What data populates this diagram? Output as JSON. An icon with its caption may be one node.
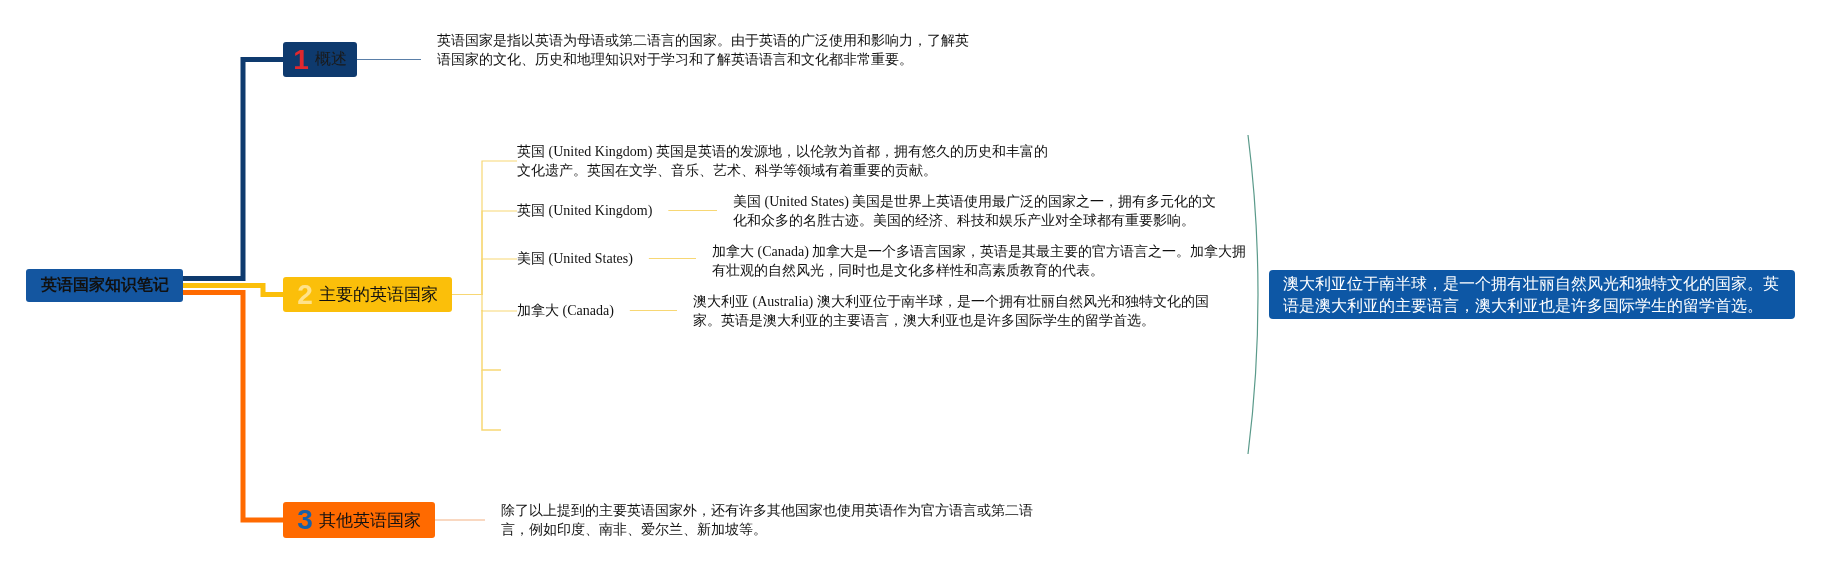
{
  "diagram": {
    "nodes": [
      {
        "text": [
          "英语国家知识笔记"
        ]
      },
      {
        "text": [
          "1",
          "概述"
        ]
      },
      {
        "text": [
          "英语国家是指以英语为母语或第二语言的国家。由于英语的广泛使用和影响力，了解英语国家的文化、历史和地理知识对于学习和了解英语语言和文化都非常重要。"
        ]
      },
      {
        "text": [
          "2",
          "主要的英语国家"
        ]
      },
      {
        "text": [
          "英国 (United Kingdom) 英国是英语的发源地，以伦敦为首都，拥有悠久的历史和丰富的文化遗产。英国在文学、音乐、艺术、科学等领域有着重要的贡献。"
        ]
      },
      {
        "text": [
          "英国 (United Kingdom)"
        ]
      },
      {
        "text": [
          "美国 (United States) 美国是世界上英语使用最广泛的国家之一，拥有多元化的文化和众多的名胜古迹。美国的经济、科技和娱乐产业对全球都有重要影响。"
        ]
      },
      {
        "text": [
          "美国 (United States)"
        ]
      },
      {
        "text": [
          "加拿大 (Canada) 加拿大是一个多语言国家，英语是其最主要的官方语言之一。加拿大拥有壮观的自然风光，同时也是文化多样性和高素质教育的代表。"
        ]
      },
      {
        "text": [
          "加拿大 (Canada)"
        ]
      },
      {
        "text": [
          "澳大利亚 (Australia) 澳大利亚位于南半球，是一个拥有壮丽自然风光和独特文化的国家。英语是澳大利亚的主要语言，澳大利亚也是许多国际学生的留学首选。"
        ]
      },
      {
        "text": [
          "3",
          "其他英语国家"
        ]
      },
      {
        "text": [
          "除了以上提到的主要英语国家外，还有许多其他国家也使用英语作为官方语言或第二语言，例如印度、南非、爱尔兰、新加坡等。"
        ]
      },
      {
        "text": [
          "澳大利亚位于南半球，是一个拥有壮丽自然风光和独特文化的国家。英语是澳大利亚的主要语言，澳大利亚也是许多国际学生的留学首选。"
        ]
      }
    ],
    "edges": [
      {
        "from": 0,
        "to": 1,
        "arrow": "none",
        "style": "thick",
        "color": "#0e3a6e"
      },
      {
        "from": 0,
        "to": 3,
        "arrow": "none",
        "style": "thick",
        "color": "#fbbf0a"
      },
      {
        "from": 0,
        "to": 11,
        "arrow": "none",
        "style": "thick",
        "color": "#ff6a00"
      },
      {
        "from": 1,
        "to": 2,
        "arrow": "none",
        "color": "#5a7fa8"
      },
      {
        "from": 3,
        "to": 4,
        "arrow": "none"
      },
      {
        "from": 3,
        "to": 5,
        "arrow": "none"
      },
      {
        "from": 3,
        "to": 7,
        "arrow": "none"
      },
      {
        "from": 3,
        "to": 9,
        "arrow": "none"
      },
      {
        "from": 5,
        "to": 6,
        "arrow": "none"
      },
      {
        "from": 7,
        "to": 8,
        "arrow": "none"
      },
      {
        "from": 9,
        "to": 10,
        "arrow": "none"
      },
      {
        "from": 11,
        "to": 12,
        "arrow": "none",
        "color": "#f4b183"
      }
    ]
  }
}
